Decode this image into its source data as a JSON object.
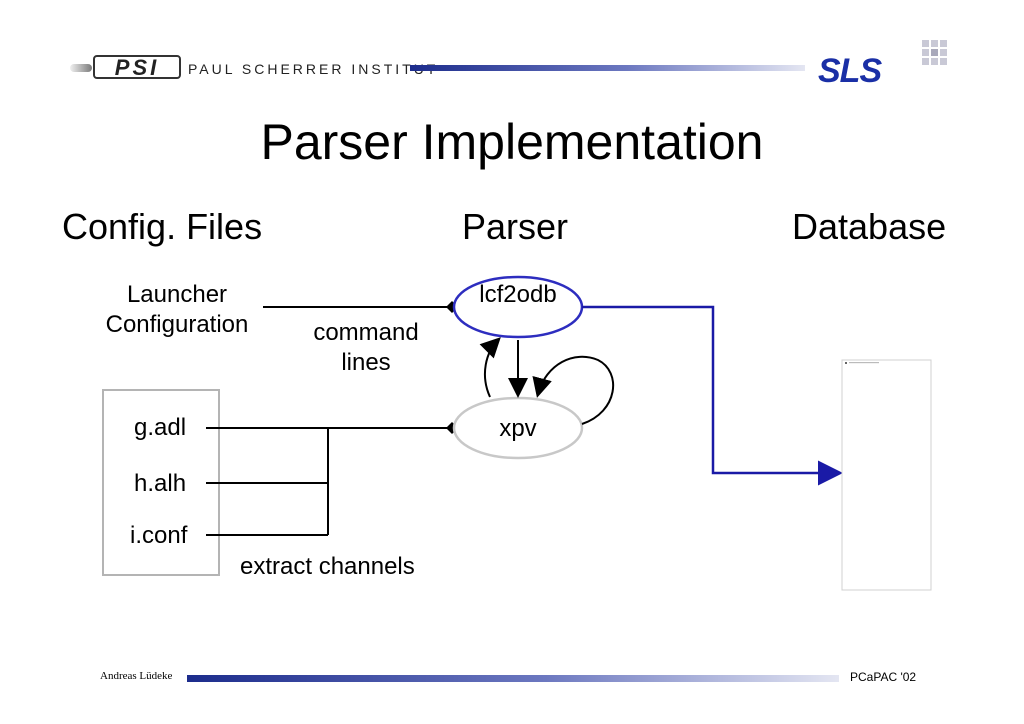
{
  "header": {
    "logo_left_text": "PSI",
    "institute_name": "PAUL SCHERRER INSTITUT",
    "logo_right_text": "SLS"
  },
  "title": "Parser Implementation",
  "columns": {
    "config": "Config. Files",
    "parser": "Parser",
    "database": "Database"
  },
  "diagram": {
    "launcher_config": "Launcher Configuration",
    "command_lines": "command lines",
    "files": [
      "g.adl",
      "h.alh",
      "i.conf"
    ],
    "extract_channels": "extract channels",
    "parser_top": "lcf2odb",
    "parser_bottom": "xpv"
  },
  "footer": {
    "author": "Andreas Lüdeke",
    "event": "PCaPAC '02"
  },
  "colors": {
    "accent_blue": "#1a1aa6",
    "node_outline_blue": "#2d2dbf",
    "node_outline_gray": "#c8c8c8"
  }
}
